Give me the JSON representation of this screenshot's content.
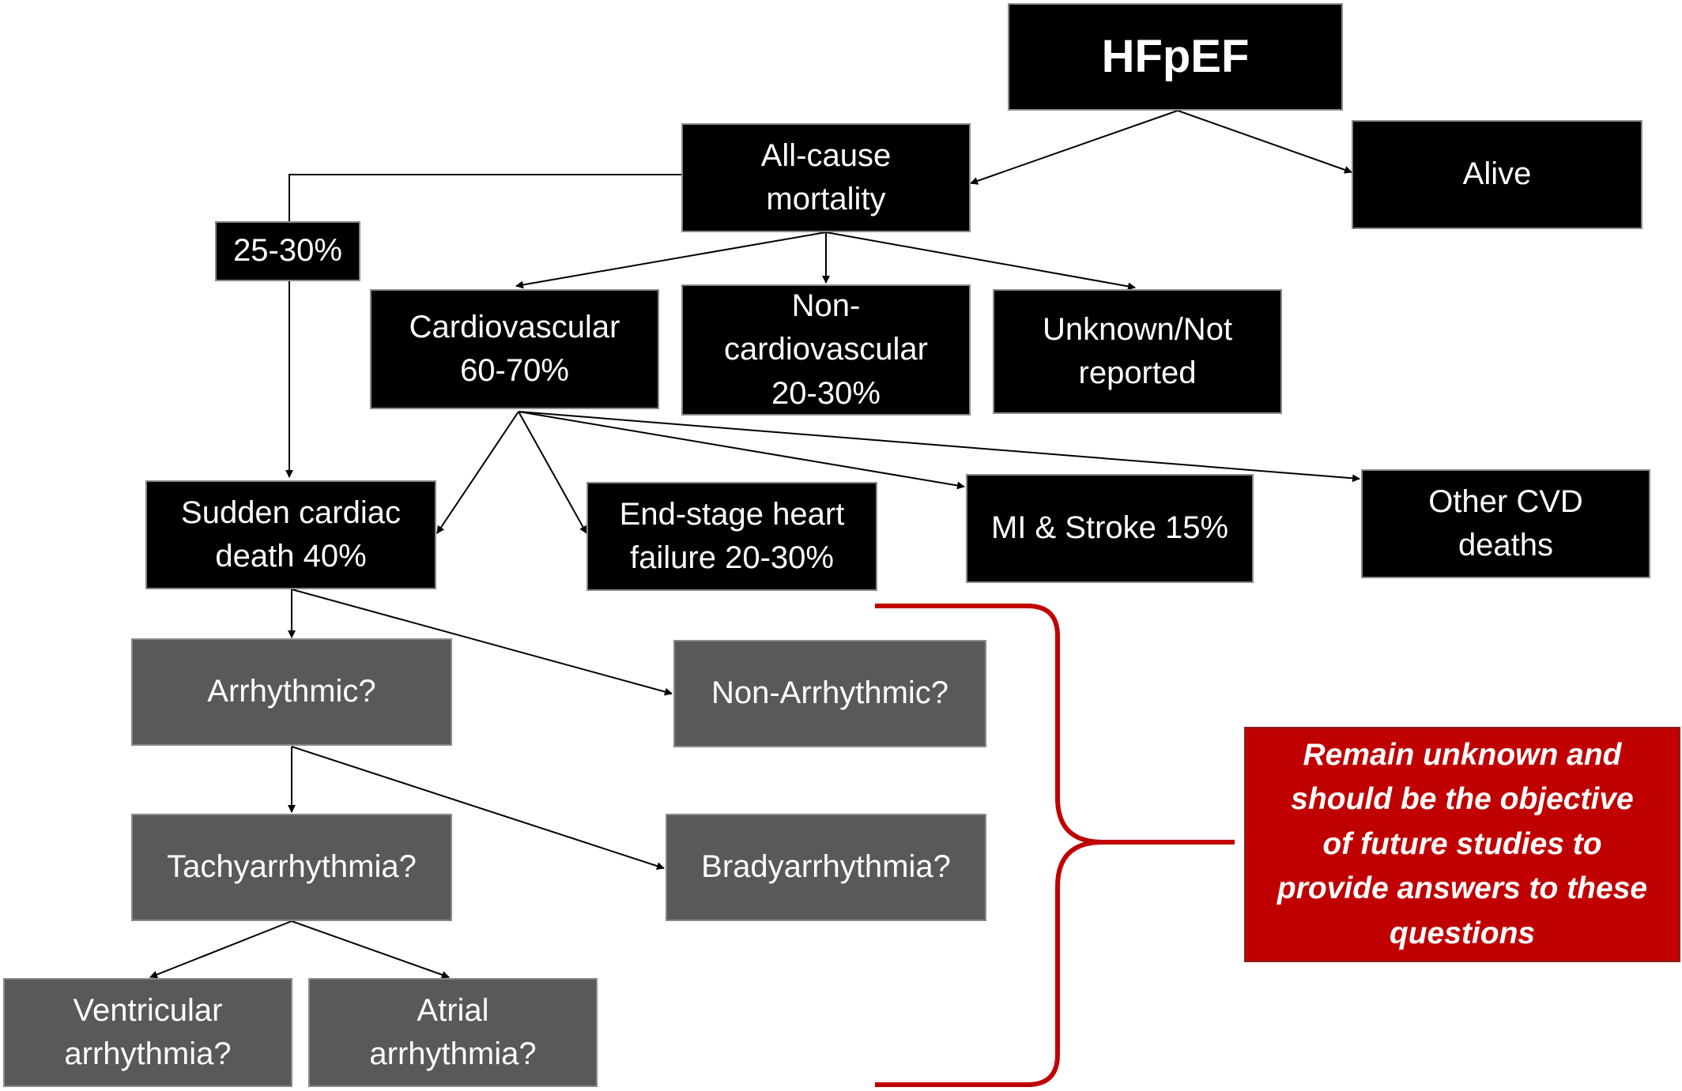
{
  "nodes": {
    "hfpef": "HFpEF",
    "all_cause": "All-cause\nmortality",
    "alive": "Alive",
    "pct_25_30": "25-30%",
    "cardiovascular": "Cardiovascular\n60-70%",
    "non_cardiovascular": "Non-\ncardiovascular\n20-30%",
    "unknown": "Unknown/Not\nreported",
    "sudden_cardiac": "Sudden cardiac\ndeath 40%",
    "end_stage": "End-stage heart\nfailure 20-30%",
    "mi_stroke": "MI & Stroke 15%",
    "other_cvd": "Other CVD\ndeaths",
    "arrhythmic": "Arrhythmic?",
    "non_arrhythmic": "Non-Arrhythmic?",
    "tachy": "Tachyarrhythmia?",
    "brady": "Bradyarrhythmia?",
    "ventricular": "Ventricular\narrhythmia?",
    "atrial": "Atrial\narrhythmia?"
  },
  "note": "Remain unknown and\nshould be the objective\nof future studies to\nprovide answers to these\nquestions",
  "colors": {
    "box_dark": "#000000",
    "box_grey": "#595959",
    "note_red": "#c00000",
    "brace_red": "#c00000",
    "arrow": "#000000"
  }
}
